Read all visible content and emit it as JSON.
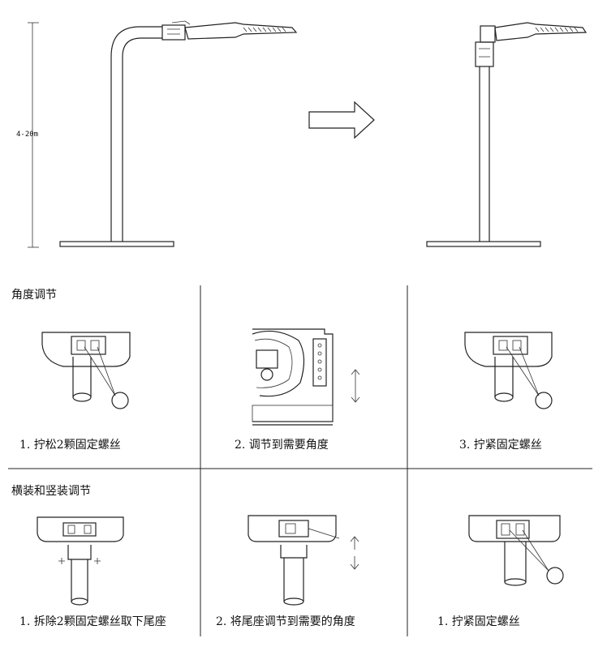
{
  "height_label": "4-20m",
  "sections": [
    {
      "title": "角度调节",
      "steps": [
        {
          "caption": "1. 拧松2颗固定螺丝"
        },
        {
          "caption": "2. 调节到需要角度"
        },
        {
          "caption": "3. 拧紧固定螺丝"
        }
      ]
    },
    {
      "title": "横装和竖装调节",
      "steps": [
        {
          "caption": "1. 拆除2颗固定螺丝取下尾座"
        },
        {
          "caption": "2. 将尾座调节到需要的角度"
        },
        {
          "caption": "1. 拧紧固定螺丝"
        }
      ]
    }
  ]
}
